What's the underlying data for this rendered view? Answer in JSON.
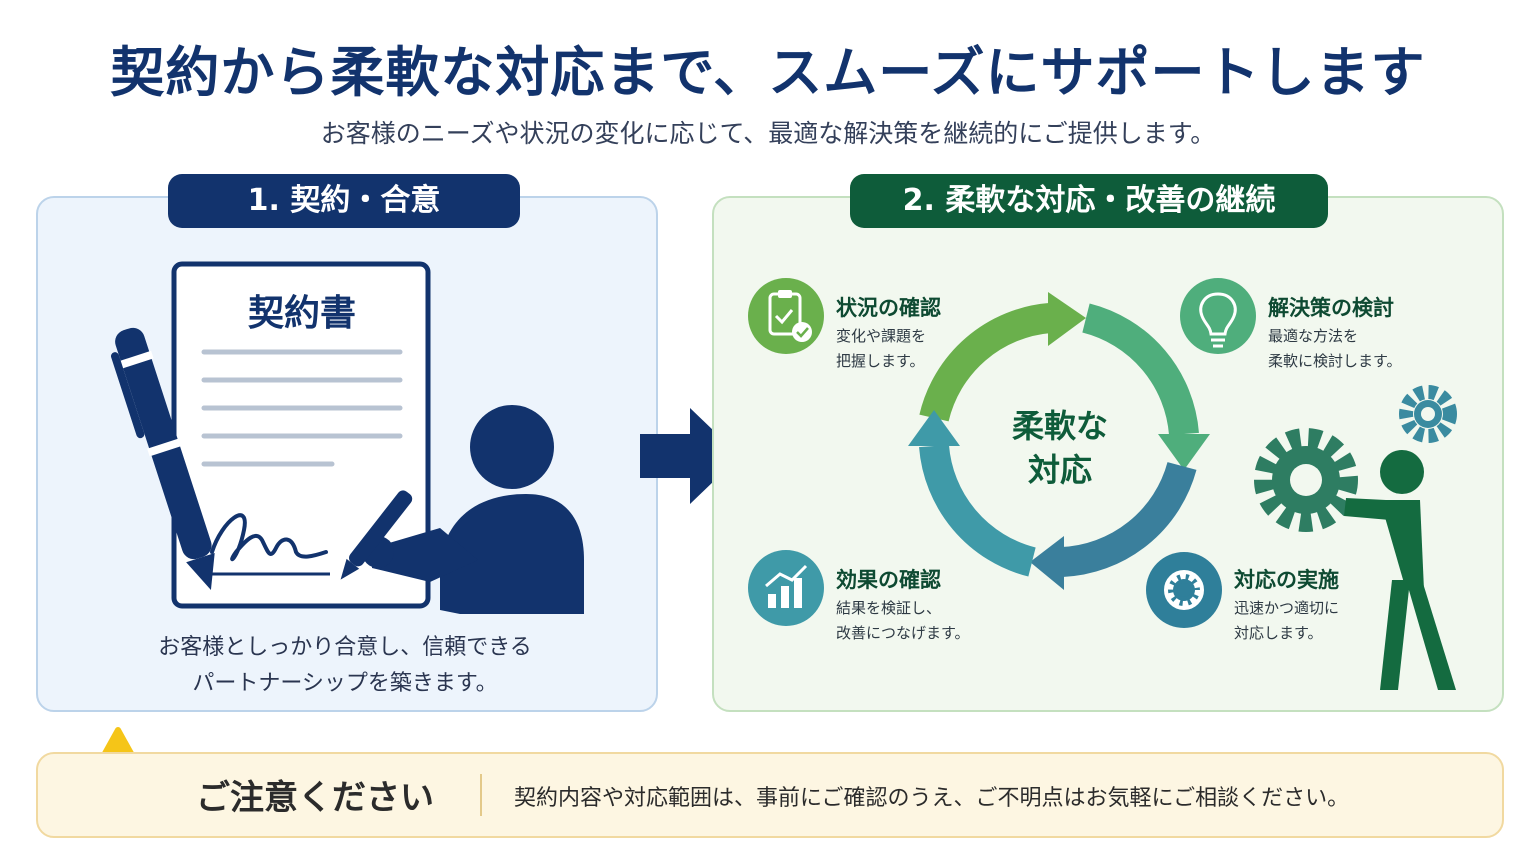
{
  "header": {
    "title": "契約から柔軟な対応まで、スムーズにサポートします",
    "subtitle": "お客様のニーズや状況の変化に応じて、最適な解決策を継続的にご提供します。"
  },
  "step1": {
    "label": "1. 契約・合意",
    "document_title": "契約書",
    "caption_line1": "お客様としっかり合意し、信頼できる",
    "caption_line2": "パートナーシップを築きます。"
  },
  "step2": {
    "label": "2. 柔軟な対応・改善の継続",
    "cycle_center_line1": "柔軟な",
    "cycle_center_line2": "対応",
    "features": [
      {
        "title": "状況の確認",
        "desc1": "変化や課題を",
        "desc2": "把握します。",
        "icon": "clipboard-check-icon"
      },
      {
        "title": "解決策の検討",
        "desc1": "最適な方法を",
        "desc2": "柔軟に検討します。",
        "icon": "lightbulb-icon"
      },
      {
        "title": "効果の確認",
        "desc1": "結果を検証し、",
        "desc2": "改善につなげます。",
        "icon": "bar-chart-icon"
      },
      {
        "title": "対応の実施",
        "desc1": "迅速かつ適切に",
        "desc2": "対応します。",
        "icon": "gear-icon"
      }
    ]
  },
  "notice": {
    "label": "ご注意ください",
    "text": "契約内容や対応範囲は、事前にご確認のうえ、ご不明点はお気軽にご相談ください。"
  },
  "colors": {
    "navy": "#12336d",
    "green": "#0e5c3a",
    "light_green": "#6ab04c",
    "teal": "#3f9aa8",
    "warning": "#f5c518"
  }
}
